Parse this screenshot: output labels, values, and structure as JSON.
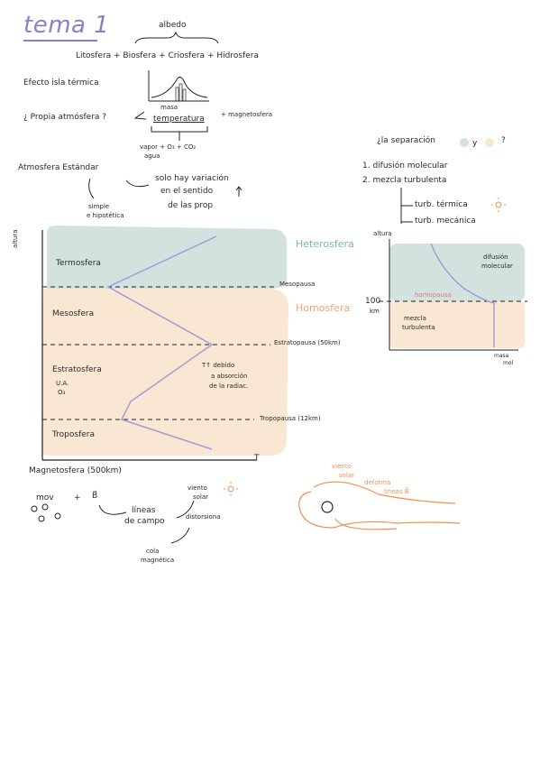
{
  "title": "tema 1",
  "top": {
    "albedo": "albedo",
    "spheres": "Litosfera  +  Biosfera  +  Criosfera  +  Hidrosfera",
    "greenhouse": "Efecto isla térmica",
    "props_q": "¿ Propia atmósfera ?",
    "masa": "masa",
    "temperatura": "temperatura",
    "magnetosfera": "+ magnetosfera",
    "vapor": "vapor  +  O₃  +  CO₂",
    "agua": "agua",
    "std_atm": "Atmosfera Estándar",
    "only_vary": "solo hay variación",
    "only_vary2": "en el sentido",
    "of_props": "de las prop",
    "simple": "simple",
    "hipotetica": "e hipotética"
  },
  "sep": {
    "question": "¿la separación",
    "y": "y",
    "q2": "?",
    "item1": "1.  difusión molecular",
    "item2": "2.  mezcla turbulenta",
    "turb1": "turb. térmica",
    "turb2": "turb. mecánica"
  },
  "diagram": {
    "yaxis": "altura",
    "xaxis": "T",
    "termosfera": "Termosfera",
    "mesosfera": "Mesosfera",
    "estratosfera": "Estratosfera",
    "uva": "U.A.",
    "o3": "O₃",
    "troposfera": "Troposfera",
    "heterosfera": "Heterosfera",
    "homosfera": "Homosfera",
    "mesopausa": "Mesopausa",
    "estratopausa": "Estratopausa (50km)",
    "tropopausa": "Tropopausa  (12km)",
    "t_up": "T↑ debido",
    "absorcion": "a absorción",
    "de_la": "de la radiac."
  },
  "small_diagram": {
    "yaxis": "altura",
    "difusion": "difusión",
    "molecular": "molecular",
    "homopausa": "homopausa",
    "km100": "100",
    "km": "km",
    "mezcla": "mezcla",
    "turbulenta": "turbulenta",
    "xaxis": "masa",
    "xaxis2": "mol"
  },
  "magneto": {
    "heading": "Magnetosfera (500km)",
    "mov": "mov",
    "plus": "+",
    "B": "B⃗",
    "lineas": "líneas",
    "decampo": "de campo",
    "viento": "viento",
    "solar": "solar",
    "distorsiona": "distorsiona",
    "cola": "cola",
    "magnetica": "magnética",
    "viento2": "viento",
    "solar2": "solar",
    "deforma": "deforma",
    "lineasB": "líneas B⃗"
  },
  "colors": {
    "hetero_fill": "#d3e2de",
    "homo_fill": "#fae7d3",
    "line_purple": "#a69ad4",
    "orange": "#f09050"
  }
}
